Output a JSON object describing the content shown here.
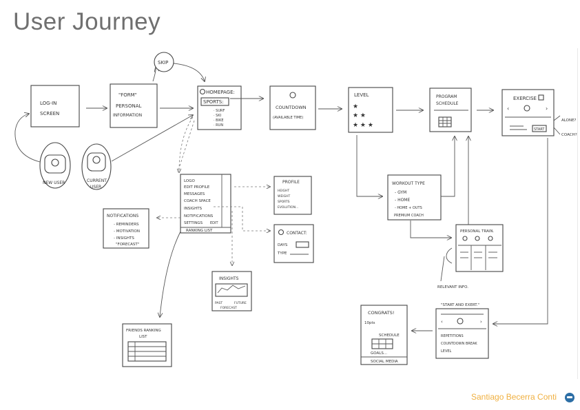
{
  "page": {
    "title": "User Journey",
    "author": "Santiago Becerra Conti"
  },
  "nodes": {
    "login": [
      "LOG-IN",
      "SCREEN"
    ],
    "skip": "SKIP",
    "form": [
      "\"FORM\"",
      "PERSONAL",
      "INFORMATION"
    ],
    "homepage": {
      "title": "HOMEPAGE:",
      "sports": "SPORTS:",
      "items": [
        "· SURF",
        "· SKI",
        "· BIKE",
        "· RUN"
      ]
    },
    "countdown": [
      "COUNTDOWN",
      "(AVAILABLE TIME)"
    ],
    "level": "LEVEL",
    "program": [
      "PROGRAM",
      "SCHEDULE"
    ],
    "exercise": {
      "title": "EXERCISE",
      "start": "START",
      "options": [
        "ALONE?",
        "COACH?"
      ]
    },
    "new_user": "NEW USER",
    "current_user": [
      "CURRENT",
      "USER"
    ],
    "menu": [
      "LOGO",
      "EDIT PROFILE",
      "MESSAGES",
      "COACH SPACE",
      "INSIGHTS",
      "NOTIFICATIONS",
      "SETTINGS",
      "RANKING LIST"
    ],
    "menu_extra": "EDIT",
    "profile": {
      "title": "PROFILE",
      "items": [
        "HEIGHT",
        "WEIGHT",
        "SPORTS",
        "EVOLUTION..."
      ]
    },
    "contact": {
      "title": "CONTACT:",
      "items": [
        "DAYS",
        "TYPE"
      ]
    },
    "notifications": {
      "title": "NOTIFICATIONS",
      "items": [
        "- REMINDERS",
        "- MOTIVATION",
        "- INSIGHTS",
        "\"FORECAST\""
      ]
    },
    "insights": {
      "title": "INSIGHTS",
      "footer": [
        "PAST",
        "FUTURE",
        "FORECAST"
      ]
    },
    "ranking": [
      "FRIENDS RANKING",
      "LIST"
    ],
    "workout": {
      "title": "WORKOUT TYPE",
      "items": [
        "- GYM",
        "- HOME",
        "- HOME + OUTS"
      ],
      "premium": "PREMIUM COACH"
    },
    "trainer": "PERSONAL TRAIN.",
    "relevant": "RELEVANT INFO.",
    "startend": "\"START AND EXERT.\"",
    "exert": [
      "REPETITIONS",
      "COUNTDOWN BREAK",
      "LEVEL"
    ],
    "congrats": {
      "title": "CONGRATS!",
      "badge": "10pts",
      "schedule": "SCHEDULE",
      "goals": "GOALS...",
      "social": "SOCIAL MEDIA"
    }
  }
}
